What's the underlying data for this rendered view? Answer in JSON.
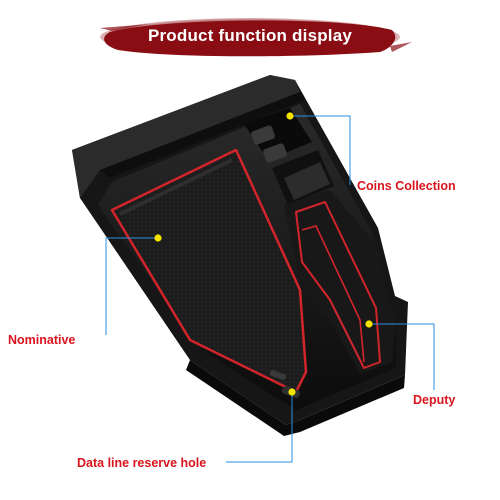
{
  "banner": {
    "title": "Product function display",
    "color": "#8b0d14"
  },
  "callouts": {
    "coins": "Coins Collection",
    "nominative": "Nominative",
    "deputy": "Deputy",
    "data_line": "Data line reserve hole"
  },
  "colors": {
    "label_red": "#d8141c",
    "leader_blue": "#2a8ee0",
    "marker_yellow": "#f5e400",
    "tray_black": "#141414",
    "trim_red": "#d2252b"
  }
}
